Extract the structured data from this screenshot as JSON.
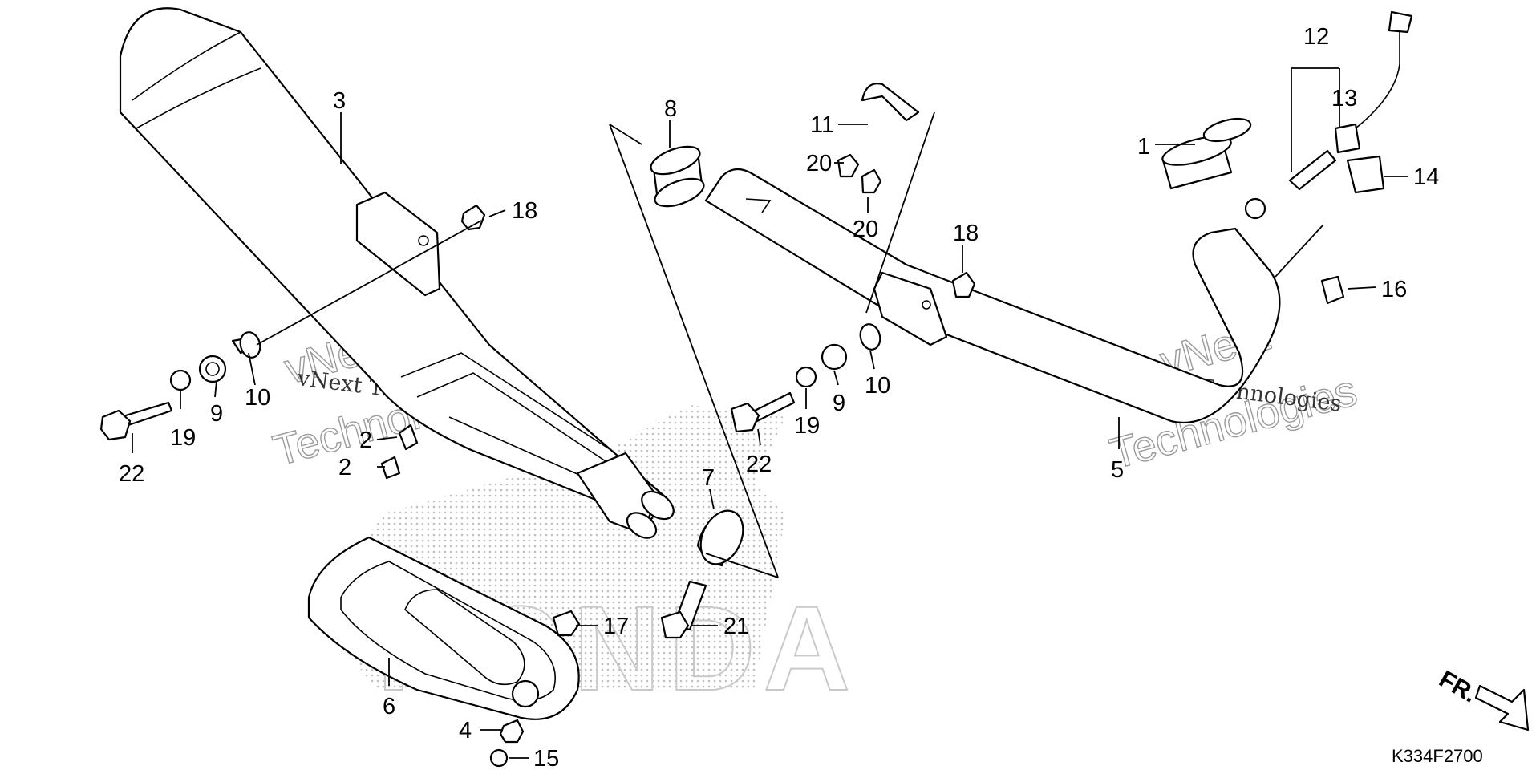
{
  "diagram": {
    "callouts": [
      "3",
      "18",
      "10",
      "9",
      "19",
      "22",
      "2",
      "2",
      "8",
      "11",
      "20",
      "20",
      "18",
      "10",
      "9",
      "19",
      "22",
      "12",
      "13",
      "1",
      "14",
      "16",
      "5",
      "7",
      "17",
      "21",
      "6",
      "4",
      "15"
    ],
    "direction_label": "FR.",
    "drawing_code": "K334F2700",
    "watermark": {
      "line1": "vNext",
      "line2": "Technologies",
      "small": "vNext Technologies"
    },
    "logo_text": "HONDA",
    "colors": {
      "line": "#000000",
      "stipple": "#b8b8b8",
      "watermark": "#9a9a9a"
    }
  }
}
